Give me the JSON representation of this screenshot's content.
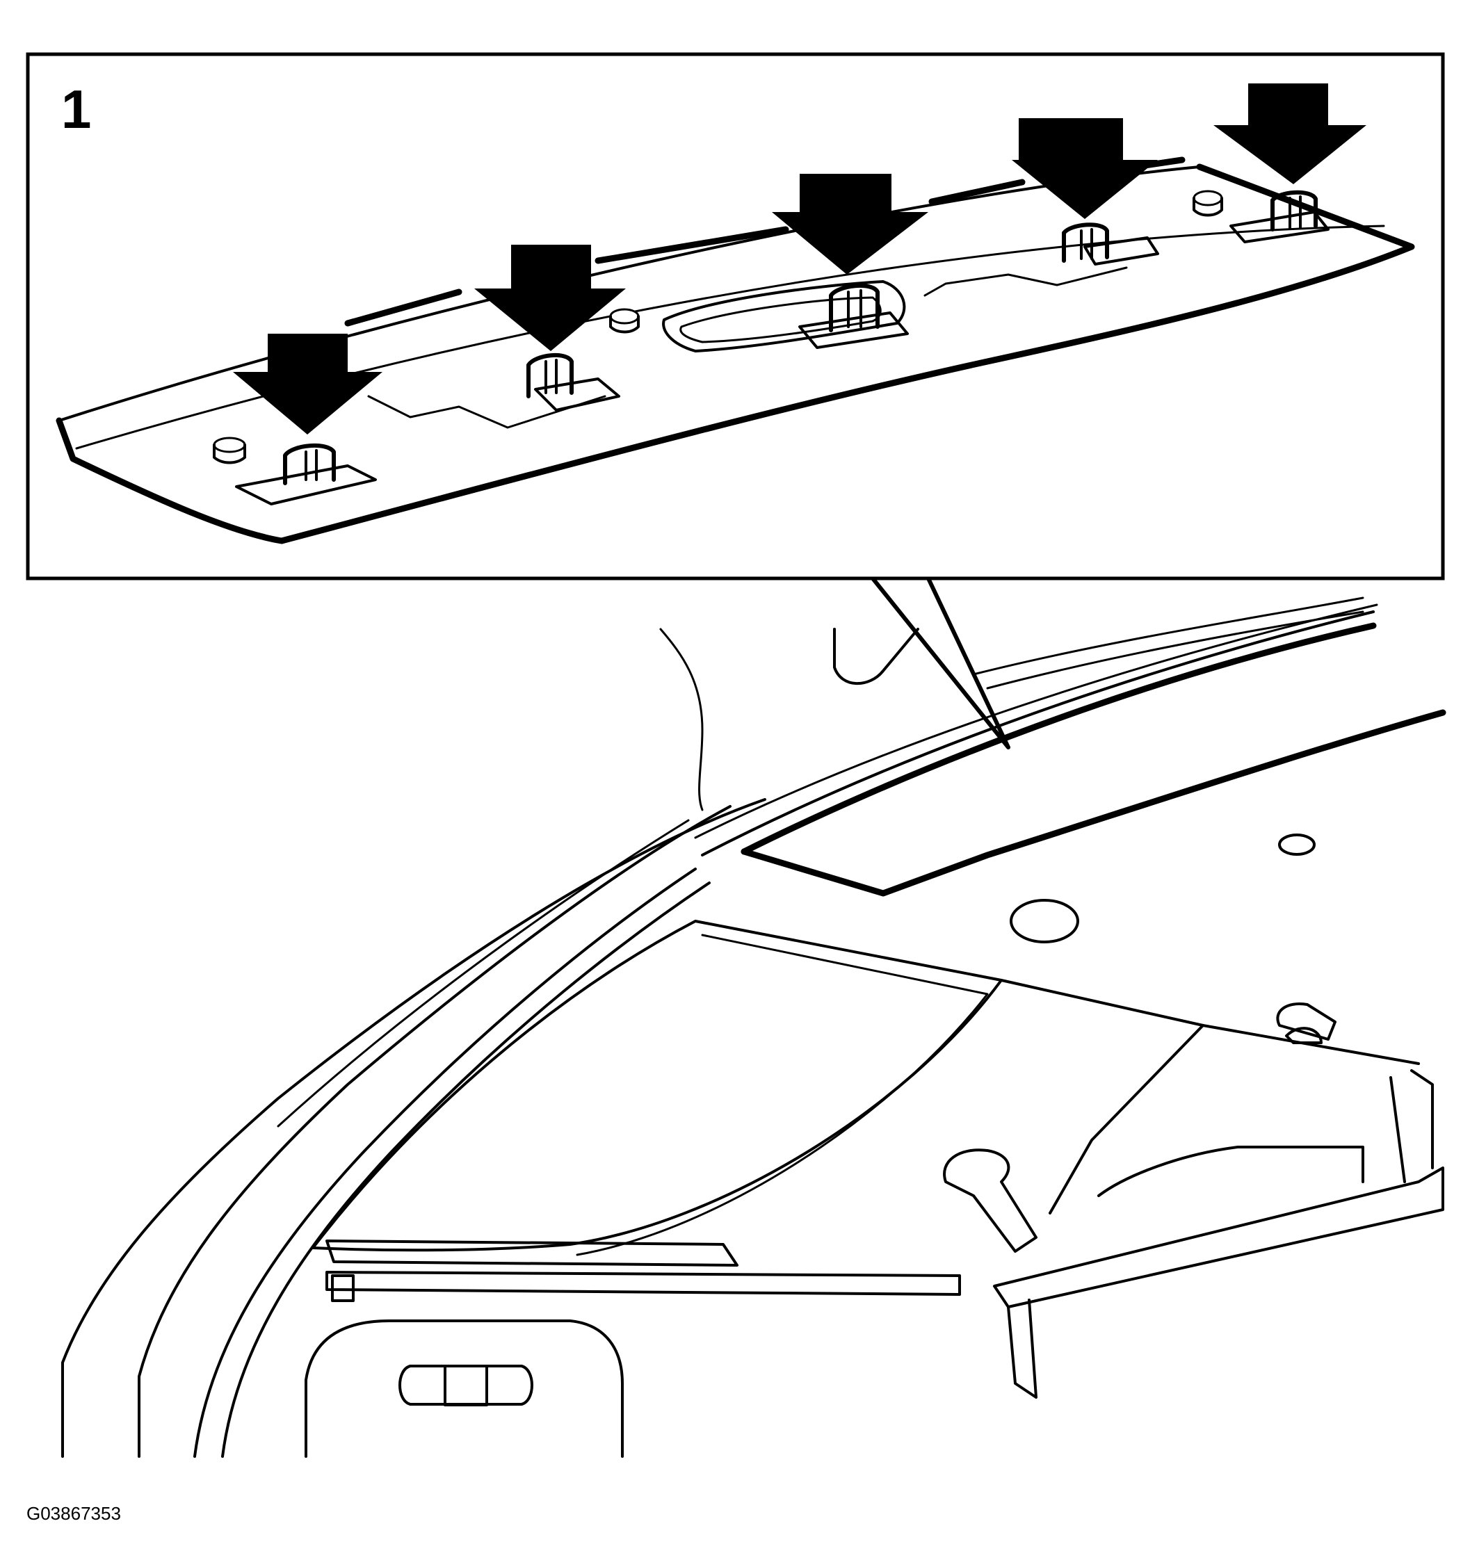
{
  "detail_view": {
    "number": "1",
    "arrow_count": 5,
    "clip_count": 5
  },
  "figure_id": "G03867353",
  "colors": {
    "ink": "#000000",
    "paper": "#ffffff"
  }
}
